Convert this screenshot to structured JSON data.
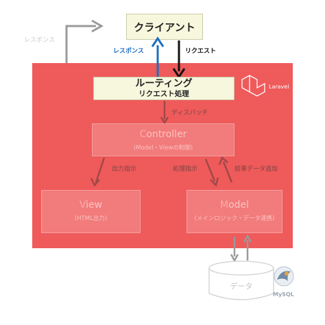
{
  "client": {
    "label": "クライアント"
  },
  "routing": {
    "title": "ルーティング",
    "subtitle": "リクエスト処理"
  },
  "controller": {
    "initial": "C",
    "rest": "ontroller",
    "subtitle": "(Model・Viewの制御)"
  },
  "view": {
    "initial": "V",
    "rest": "iew",
    "subtitle": "(HTML出力)"
  },
  "model": {
    "initial": "M",
    "rest": "odel",
    "subtitle": "(メインロジック・データ連携)"
  },
  "database": {
    "label": "データ"
  },
  "labels": {
    "response_outer": "レスポンス",
    "response_blue": "レスポンス",
    "request": "リクエスト",
    "dispatch": "ディスパッチ",
    "output_instruction": "出力指示",
    "process_instruction": "処理指示",
    "result_data_add": "結果データ追加"
  },
  "logos": {
    "laravel": "Laravel",
    "mysql": "MySQL"
  },
  "colors": {
    "laravel_red": "#ef5a5a",
    "box_cream": "#f6f7dd",
    "response_blue": "#1d6fbf"
  }
}
